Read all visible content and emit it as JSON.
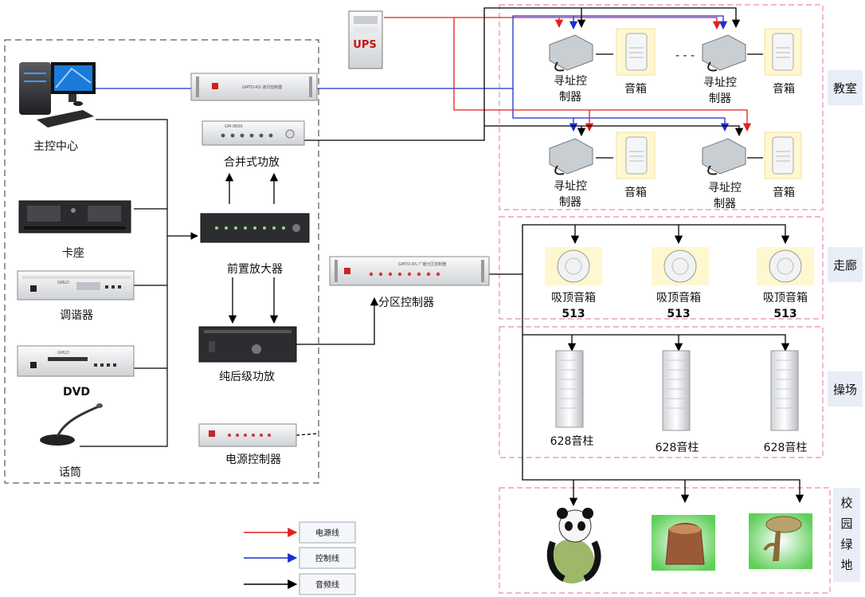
{
  "labels": {
    "control_center": "主控中心",
    "cassette": "卡座",
    "tuner": "调谐器",
    "dvd": "DVD",
    "microphone": "话筒",
    "integrated_amp": "合并式功放",
    "preamp": "前置放大器",
    "power_amp": "纯后级功放",
    "power_controller": "电源控制器",
    "zone_controller": "分区控制器",
    "ups": "UPS"
  },
  "rack_text": {
    "comm_controller": "GMTD-RS 通讯控制器",
    "brand": "GMLD",
    "model_gm": "GM-9600",
    "zone_panel": "GMTD-RS 广播分区控制器"
  },
  "classroom": {
    "zone": "教室",
    "addr_line1": "寻址控",
    "addr_line2": "制器",
    "addr_combined_line2": "制器",
    "speaker": "音箱",
    "dash": "- - -"
  },
  "corridor": {
    "zone": "走廊",
    "speakers": [
      {
        "name": "吸顶音箱",
        "model": "513"
      },
      {
        "name": "吸顶音箱",
        "model": "513"
      },
      {
        "name": "吸顶音箱",
        "model": "513"
      }
    ]
  },
  "playground": {
    "zone": "操场",
    "columns": [
      "628音柱",
      "628音柱",
      "628音柱"
    ]
  },
  "campus": {
    "zone_chars": [
      "校",
      "园",
      "绿",
      "地"
    ]
  },
  "legend": [
    {
      "label": "电源线",
      "color": "#e02020"
    },
    {
      "label": "控制线",
      "color": "#1a2fd0"
    },
    {
      "label": "音频线",
      "color": "#000000"
    }
  ],
  "colors": {
    "zone_border": "#ee88bb",
    "zone_label_bg": "#e9edf7",
    "ups_red": "#cc1111"
  }
}
